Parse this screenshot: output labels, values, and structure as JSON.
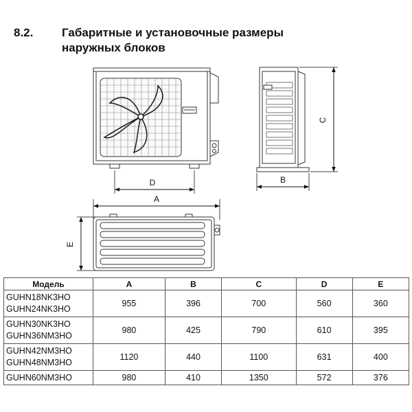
{
  "section": {
    "number": "8.2.",
    "title_line1": "Габаритные и установочные размеры",
    "title_line2": "наружных блоков"
  },
  "diagram_labels": {
    "A": "A",
    "B": "B",
    "C": "C",
    "D": "D",
    "E": "E"
  },
  "table": {
    "headers": [
      "Модель",
      "A",
      "B",
      "C",
      "D",
      "E"
    ],
    "rows": [
      {
        "models": [
          "GUHN18NK3HO",
          "GUHN24NK3HO"
        ],
        "values": [
          "955",
          "396",
          "700",
          "560",
          "360"
        ]
      },
      {
        "models": [
          "GUHN30NK3HO",
          "GUHN36NM3HO"
        ],
        "values": [
          "980",
          "425",
          "790",
          "610",
          "395"
        ]
      },
      {
        "models": [
          "GUHN42NM3HO",
          "GUHN48NM3HO"
        ],
        "values": [
          "1120",
          "440",
          "1100",
          "631",
          "400"
        ]
      },
      {
        "models": [
          "GUHN60NM3HO"
        ],
        "values": [
          "980",
          "410",
          "1350",
          "572",
          "376"
        ]
      }
    ]
  }
}
